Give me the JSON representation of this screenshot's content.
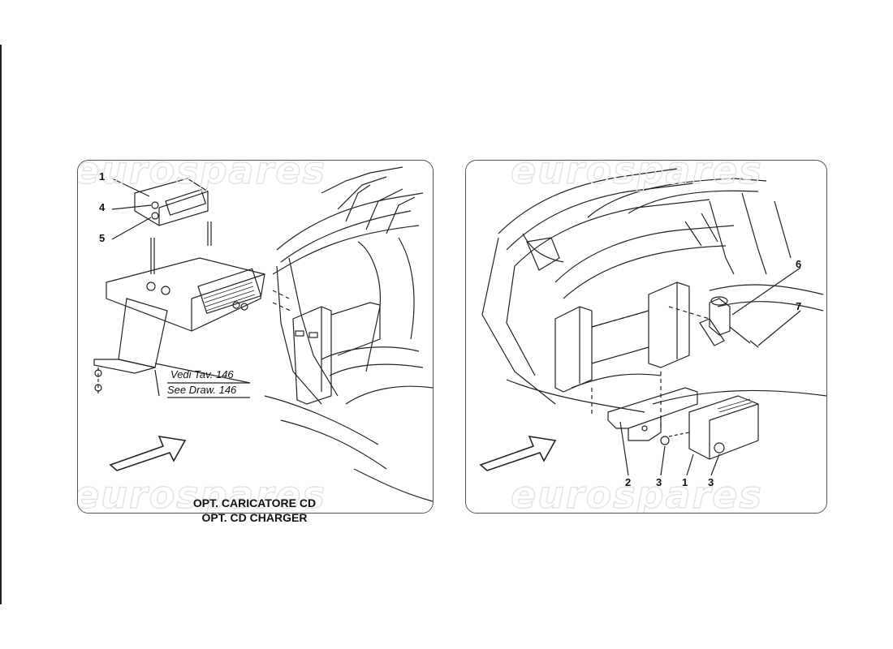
{
  "watermark": "eurospares",
  "left_panel": {
    "callouts": [
      "1",
      "4",
      "5"
    ],
    "reference": {
      "it": "Vedi Tav. 146",
      "en": "See Draw. 146"
    },
    "caption": {
      "it": "OPT. CARICATORE CD",
      "en": "OPT. CD CHARGER"
    }
  },
  "right_panel": {
    "callouts": [
      "6",
      "7",
      "2",
      "3",
      "1",
      "3"
    ]
  }
}
